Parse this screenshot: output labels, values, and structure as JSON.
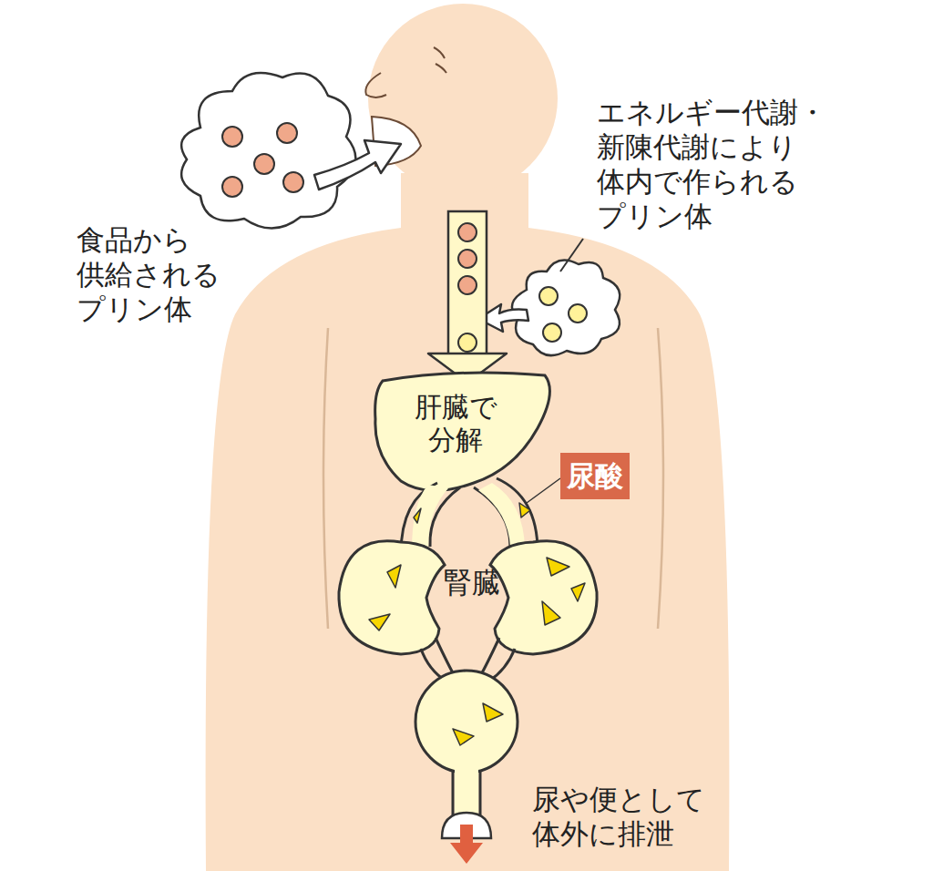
{
  "diagram": {
    "nodes": [
      {
        "text": [
          "肝臓で 分解"
        ]
      },
      {
        "text": [
          "尿酸"
        ]
      }
    ],
    "labels": [
      "食品から 供給される プリン体",
      "エネルギー代謝・ 新陳代謝により 体内で作られる プリン体",
      "腎臓",
      "尿や便として 体外に排泄"
    ]
  }
}
